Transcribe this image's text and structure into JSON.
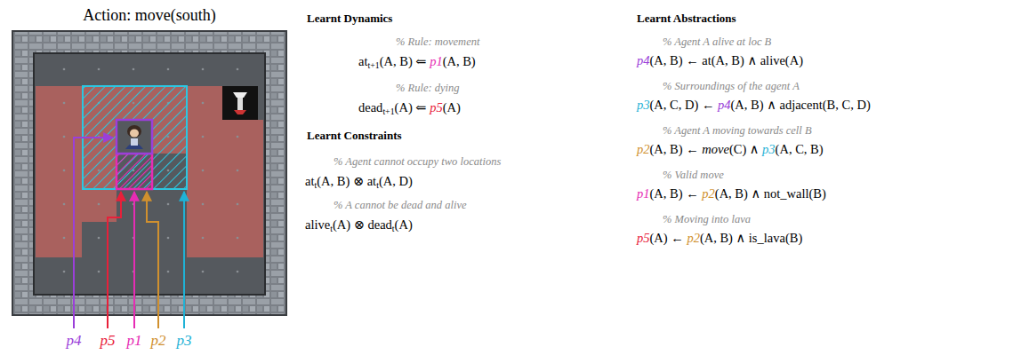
{
  "diagram": {
    "title": "Action: move(south)",
    "labels": [
      "p4",
      "p5",
      "p1",
      "p2",
      "p3",
      "Learnt Dynamics",
      "% Rule: movement",
      "at",
      "t+1",
      "(A, B) ⇐ ",
      "p1",
      "(A, B)",
      "% Rule: dying",
      "dead",
      "t+1",
      "(A) ⇐ ",
      "p5",
      "(A)",
      "Learnt Constraints",
      "% Agent cannot occupy two locations",
      "at",
      "t",
      "(A, B) ⊗ at",
      "t",
      "(A, D)",
      "% A cannot be dead and alive",
      "alive",
      "t",
      "(A) ⊗ dead",
      "t",
      "(A)",
      "Learnt Abstractions",
      "% Agent A alive at loc B",
      "p4",
      "(A, B) ← at(A, B) ∧ alive(A)",
      "% Surroundings of the agent A",
      "p3",
      "(A, C, D) ← ",
      "p4",
      "(A, B) ∧ adjacent(B, C, D)",
      "% Agent A moving towards cell B",
      "p2",
      "(A, B) ← ",
      "move",
      "(C) ∧ ",
      "p3",
      "(A, C, B)",
      "% Valid move",
      "p1",
      "(A, B) ← ",
      "p2",
      "(A, B) ∧ not_wall(B)",
      "% Moving into lava",
      "p5",
      "(A) ← ",
      "p2",
      "(A, B) ∧ is_lava(B)"
    ]
  }
}
